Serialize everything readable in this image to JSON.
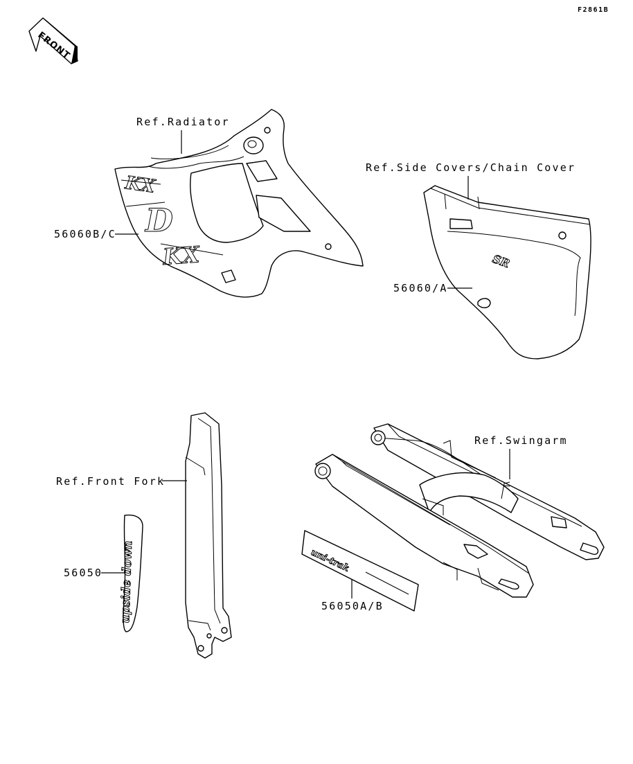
{
  "figure_code": "F2861B",
  "front_indicator": "FRONT",
  "labels": {
    "ref_radiator": "Ref.Radiator",
    "ref_side_covers": "Ref.Side Covers/Chain Cover",
    "part_56060bc": "56060B/C",
    "part_56060a": "56060/A",
    "ref_front_fork": "Ref.Front Fork",
    "ref_swingarm": "Ref.Swingarm",
    "part_56050": "56050",
    "part_56050ab": "56050A/B"
  },
  "decals": {
    "shroud_text_1": "KX",
    "shroud_text_2": "D",
    "shroud_text_3": "KX",
    "side_cover_text": "SR",
    "fork_text": "upside down",
    "swingarm_text": "uni-trak"
  }
}
